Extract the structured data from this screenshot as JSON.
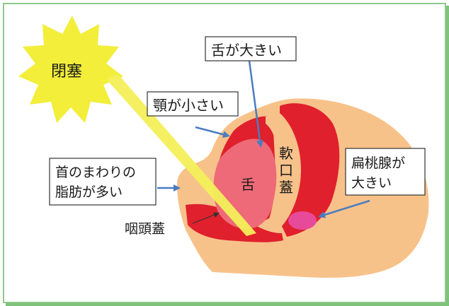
{
  "labels": {
    "occlusion": "閉塞",
    "large_tongue": "舌が大きい",
    "small_jaw": "顎が小さい",
    "neck_fat_line1": "首のまわりの",
    "neck_fat_line2": "脂肪が多い",
    "large_tonsils_line1": "扁桃腺が",
    "large_tonsils_line2": "大きい",
    "tongue": "舌",
    "soft_palate_1": "軟",
    "soft_palate_2": "口",
    "soft_palate_3": "蓋",
    "epiglottis": "咽頭蓋"
  },
  "colors": {
    "skin": "#f7c28a",
    "throat_red": "#e0202c",
    "tongue": "#ee6a78",
    "tonsil": "#e84a9a",
    "sun": "#f2ee3a",
    "beam": "#f3ef5a",
    "arrow": "#4a7cc0",
    "frame": "#8ec98a"
  }
}
